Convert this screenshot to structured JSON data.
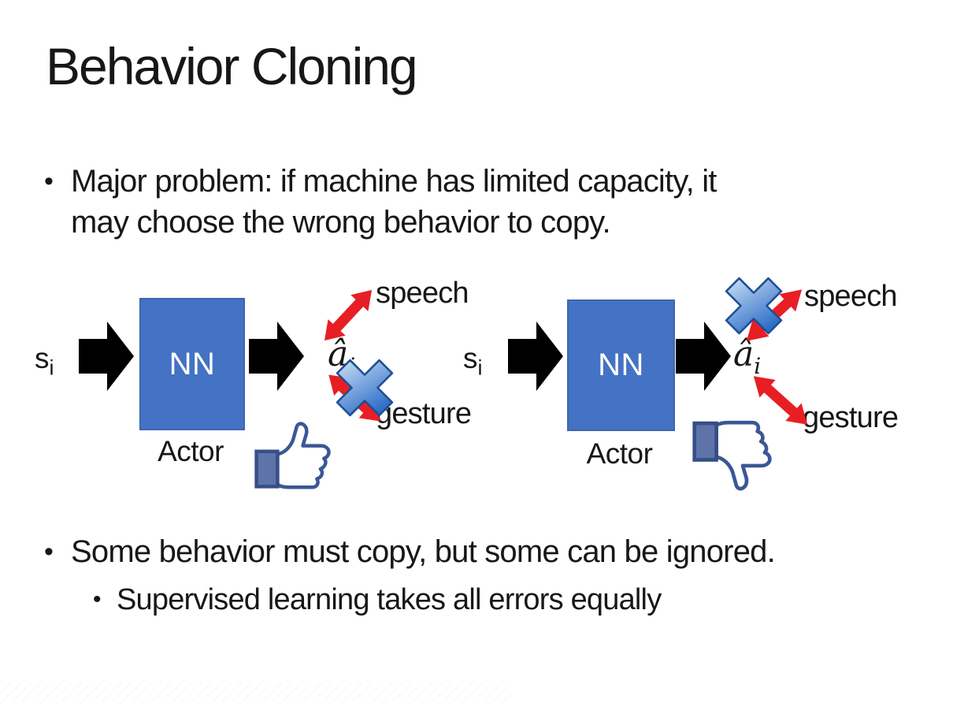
{
  "slide": {
    "title": "Behavior Cloning",
    "bullet_glyph": "•",
    "bullets_top": {
      "line1": "Major problem: if machine has limited capacity, it",
      "line2": "may choose the wrong behavior to copy."
    },
    "bullets_bottom": {
      "main": "Some behavior must copy, but some can be ignored.",
      "sub": "Supervised learning takes all errors equally"
    },
    "diagram": {
      "state_label": "s",
      "state_sub": "i",
      "nn_label": "NN",
      "actor_label": "Actor",
      "action_label": "â",
      "action_sub": "i",
      "speech_label": "speech",
      "gesture_label": "gesture",
      "left": {
        "crossed_out_action": "gesture",
        "feedback_icon": "thumbs-up"
      },
      "right": {
        "crossed_out_action": "speech",
        "feedback_icon": "thumbs-down"
      }
    },
    "colors": {
      "nn_box_fill": "#4472c4",
      "block_arrow": "#000000",
      "red_arrow": "#e81e25",
      "cross_light": "#cfe2f6",
      "cross_dark": "#2f6ec7",
      "cross_border": "#1d4f94",
      "thumb_outline": "#3a5795",
      "thumb_cuff": "#5e74a8",
      "text": "#171717"
    }
  }
}
